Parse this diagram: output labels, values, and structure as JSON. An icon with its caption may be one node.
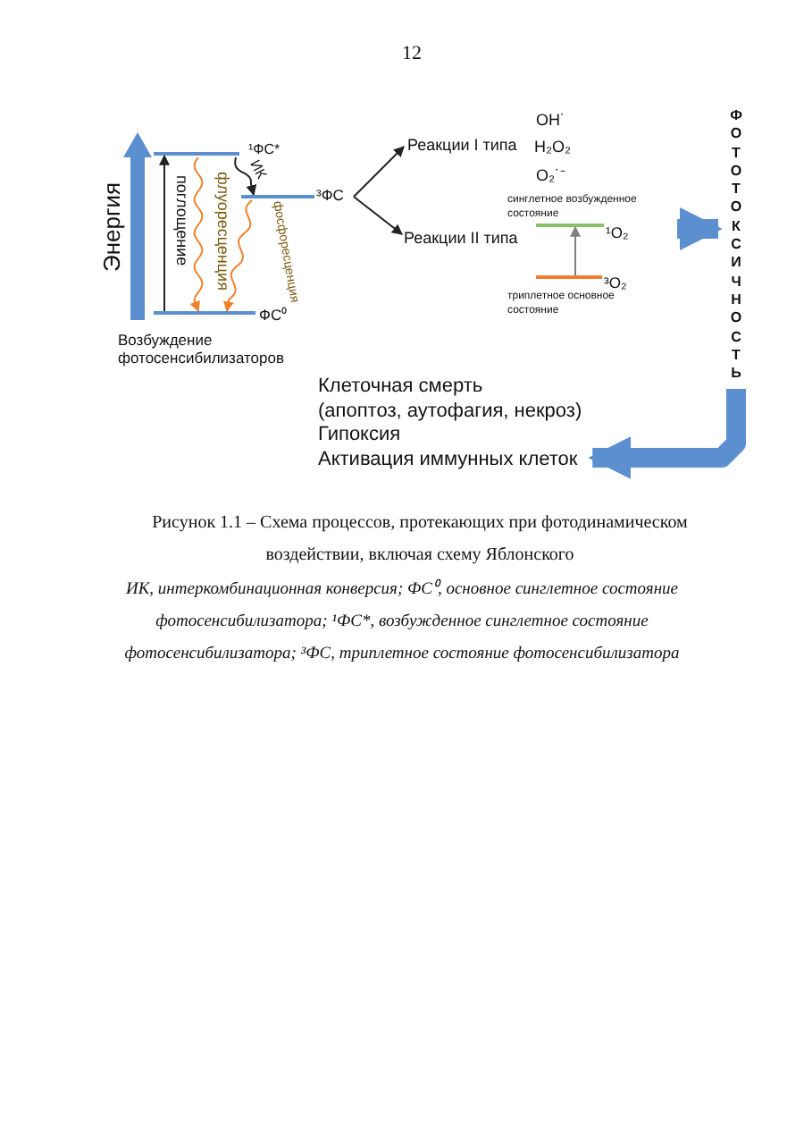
{
  "diagram": {
    "caption": "Рисунок 1.1 – Схема процессов, протекающих при фотодинамическом воздействии, включая схему Яблонского",
    "nodes": [
      {
        "text": [],
        "shape": "bar",
        "beside": [
          "¹ФС*"
        ]
      },
      {
        "text": [],
        "shape": "bar",
        "beside": [
          "³ФС"
        ]
      },
      {
        "text": [],
        "shape": "bar",
        "beside": [
          "ФС⁰"
        ]
      },
      {
        "text": [
          "Реакции I типа"
        ]
      },
      {
        "text": [
          "Реакции II типа"
        ]
      },
      {
        "text": [],
        "shape": "bar",
        "beside": [
          "синглетное возбужденное состояние",
          "¹O₂"
        ]
      },
      {
        "text": [],
        "shape": "bar",
        "beside": [
          "³O₂",
          "триплетное основное состояние"
        ]
      },
      {
        "text": [
          "ФОТОТОКСИЧНОСТЬ"
        ]
      },
      {
        "text": [
          "Клеточная смерть",
          "(апоптоз, аутофагия, некроз)",
          "Гипоксия",
          "Активация иммунных клеток"
        ]
      }
    ],
    "edges": [
      {
        "from": 2,
        "to": 0,
        "arrow": "to",
        "label": "поглощение"
      },
      {
        "from": 0,
        "to": 2,
        "arrow": "to",
        "label": "флуоресценция",
        "color": "#f0802a"
      },
      {
        "from": 0,
        "to": 1,
        "arrow": "to",
        "label": "ИК"
      },
      {
        "from": 1,
        "to": 2,
        "arrow": "to",
        "label": "фосфоресценция",
        "color": "#f0802a"
      },
      {
        "from": 1,
        "to": 3,
        "arrow": "to"
      },
      {
        "from": 1,
        "to": 4,
        "arrow": "to"
      },
      {
        "from": 6,
        "to": 5,
        "arrow": "to",
        "color": "#808080"
      },
      {
        "from": null,
        "to": 7,
        "arrow": "to",
        "style": "thick",
        "color": "#5b8fd0"
      },
      {
        "from": 7,
        "to": 8,
        "arrow": "to",
        "style": "thick",
        "color": "#5b8fd0"
      }
    ],
    "labels": [
      "12",
      "Энергия",
      "Возбуждение фотосенсибилизаторов",
      "OH˙",
      "H₂O₂",
      "O₂˙⁻",
      "ИК, интеркомбинационная конверсия; ФС⁰, основное синглетное состояние фотосенсибилизатора; ¹ФС*, возбужденное синглетное состояние фотосенсибилизатора; ³ФС, триплетное состояние фотосенсибилизатора"
    ]
  }
}
